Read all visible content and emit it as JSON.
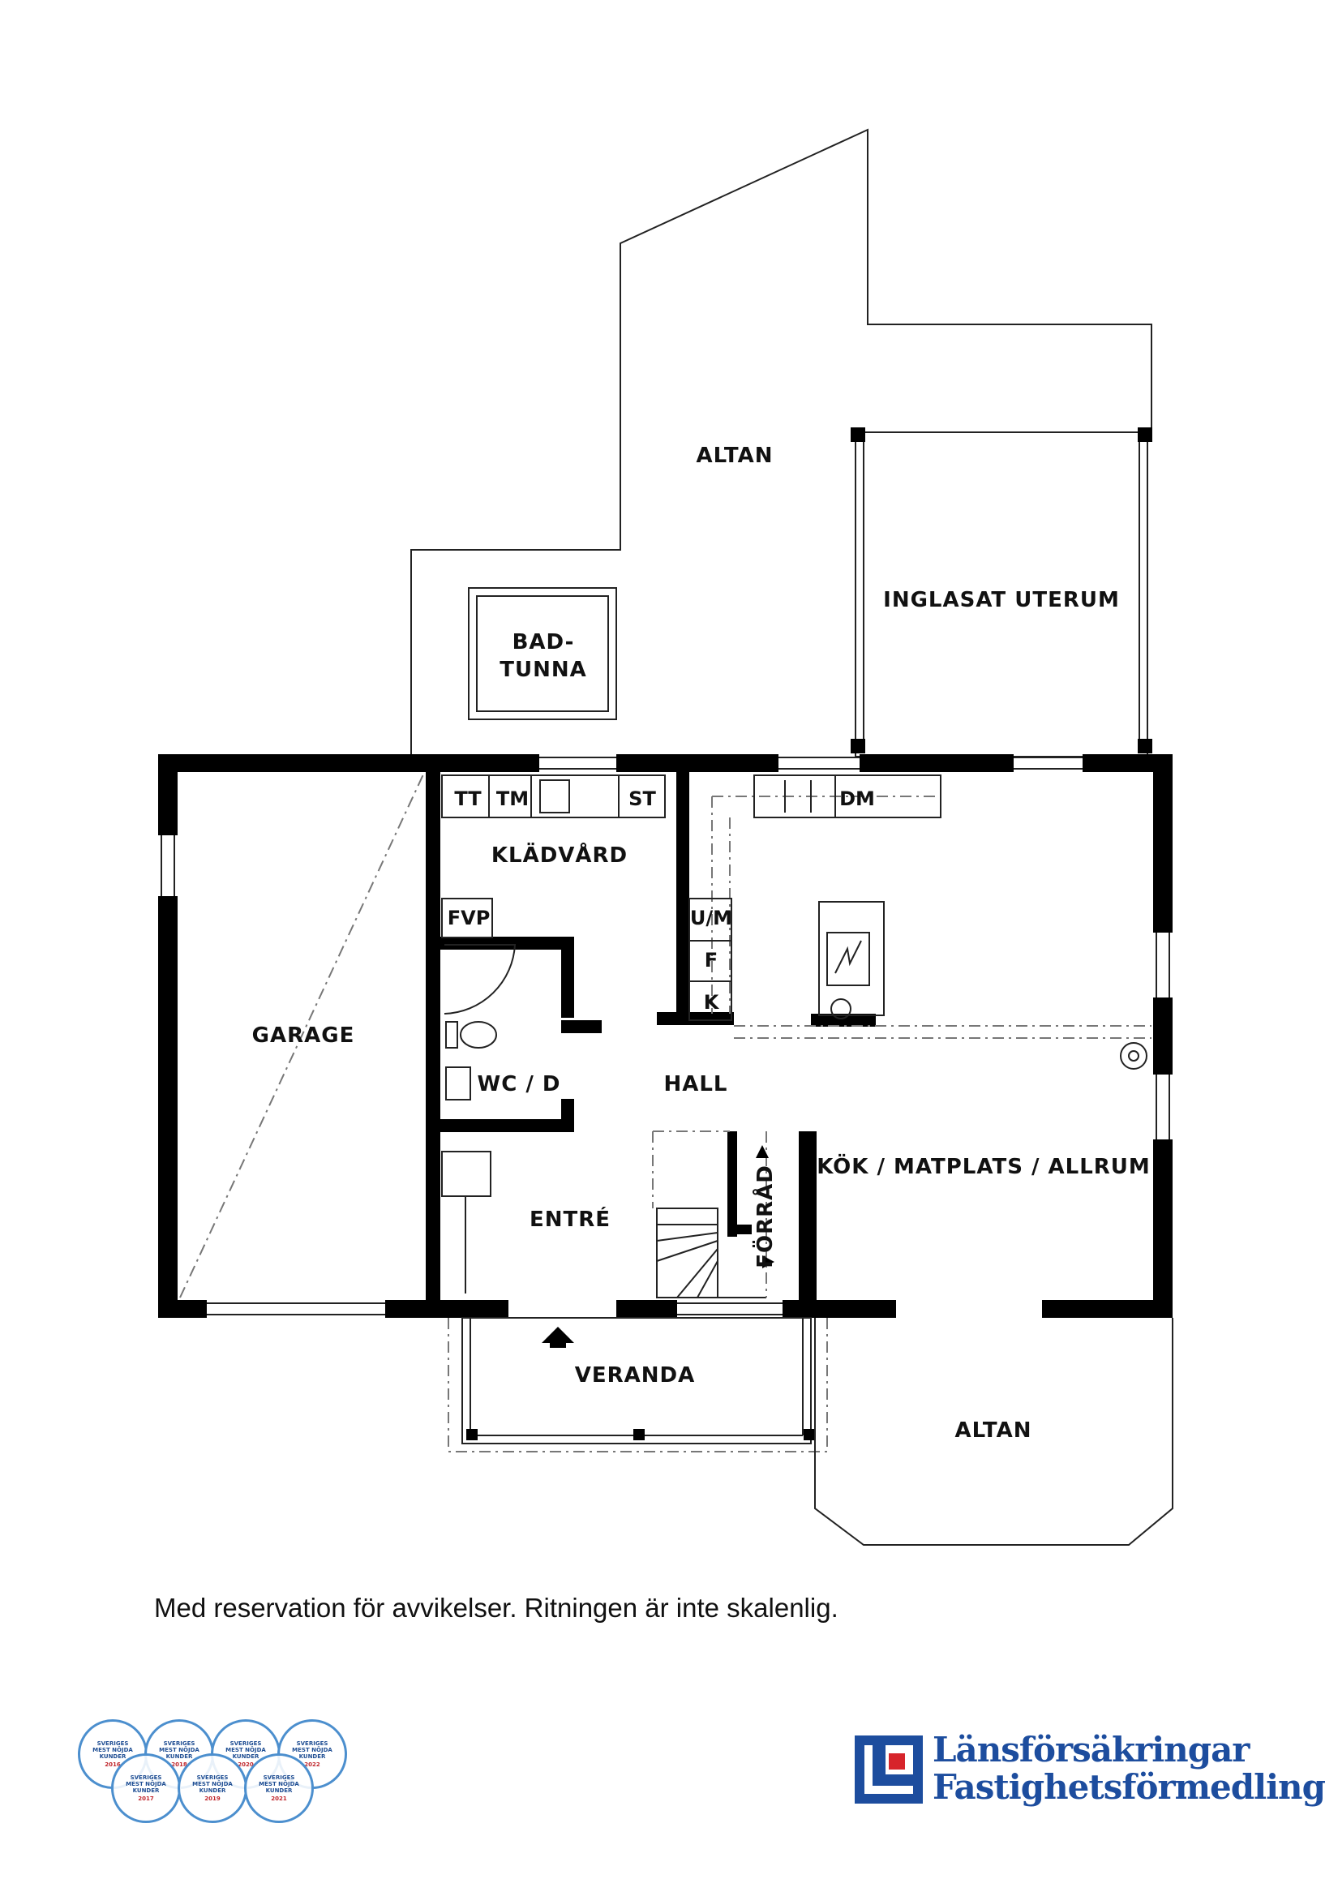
{
  "rooms": {
    "altan_north": "ALTAN",
    "inglasat_uterum": "INGLASAT UTERUM",
    "badtunna_line1": "BAD-",
    "badtunna_line2": "TUNNA",
    "garage": "GARAGE",
    "kladvard": "KLÄDVÅRD",
    "wc_d": "WC / D",
    "hall": "HALL",
    "entre": "ENTRÉ",
    "forrad": "FÖRRÅD",
    "kok": "KÖK / MATPLATS / ALLRUM",
    "veranda": "VERANDA",
    "altan_south": "ALTAN"
  },
  "fixtures": {
    "tt": "TT",
    "tm": "TM",
    "st": "ST",
    "dm": "DM",
    "fvp": "FVP",
    "um": "U/M",
    "f": "F",
    "k": "K"
  },
  "disclaimer": "Med reservation för avvikelser. Ritningen är inte skalenlig.",
  "badges": [
    {
      "line1": "SVERIGES",
      "line2": "MEST NÖJDA",
      "line3": "KUNDER",
      "year": "2016"
    },
    {
      "line1": "SVERIGES",
      "line2": "MEST NÖJDA",
      "line3": "KUNDER",
      "year": "2018"
    },
    {
      "line1": "SVERIGES",
      "line2": "MEST NÖJDA",
      "line3": "KUNDER",
      "year": "2020"
    },
    {
      "line1": "SVERIGES",
      "line2": "MEST NÖJDA",
      "line3": "KUNDER",
      "year": "2022"
    },
    {
      "line1": "SVERIGES",
      "line2": "MEST NÖJDA",
      "line3": "KUNDER",
      "year": "2017"
    },
    {
      "line1": "SVERIGES",
      "line2": "MEST NÖJDA",
      "line3": "KUNDER",
      "year": "2019"
    },
    {
      "line1": "SVERIGES",
      "line2": "MEST NÖJDA",
      "line3": "KUNDER",
      "year": "2021"
    }
  ],
  "logo": {
    "line1": "Länsförsäkringar",
    "line2": "Fastighetsförmedling",
    "brand_color": "#1d4d9e",
    "accent_color": "#d7242b"
  }
}
